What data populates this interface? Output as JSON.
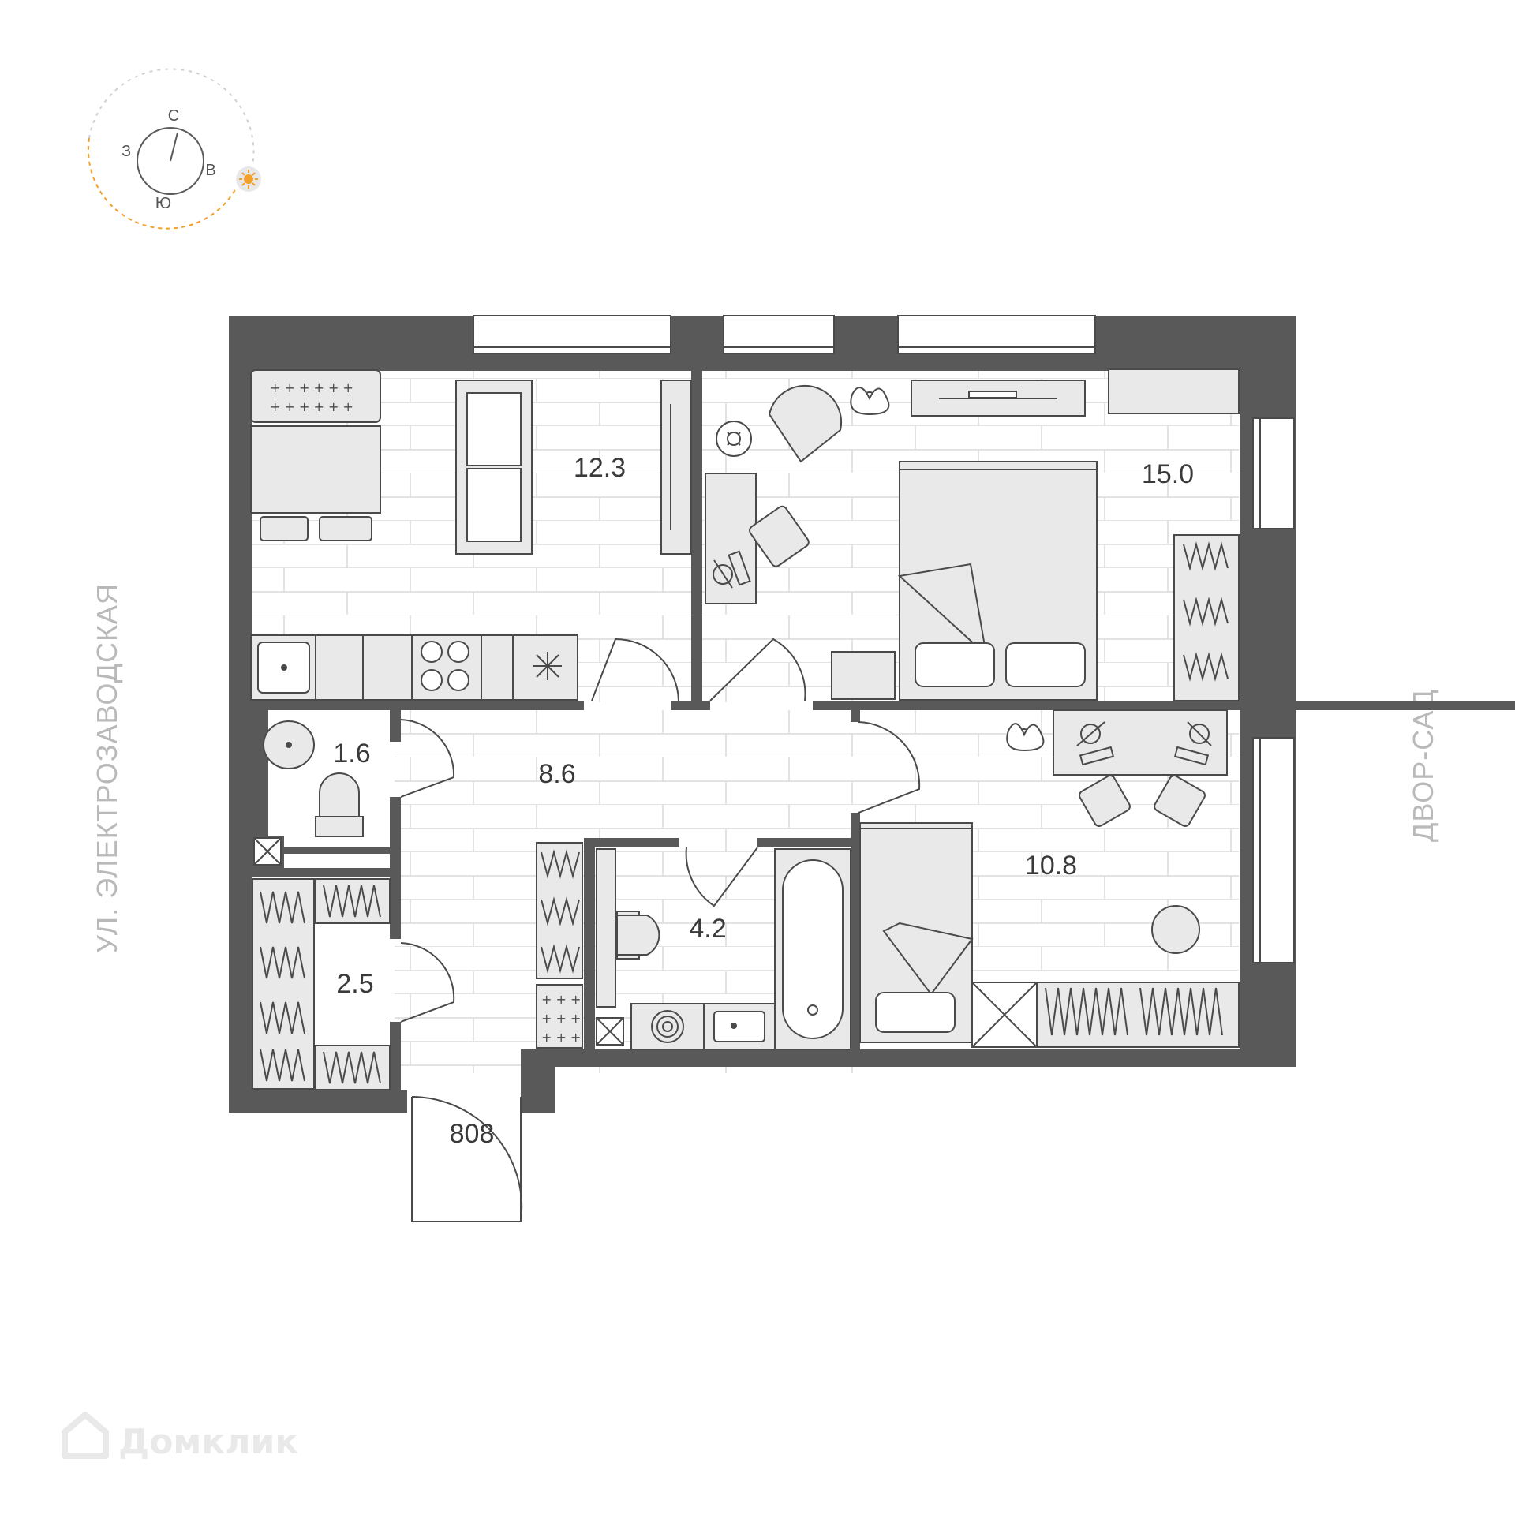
{
  "colors": {
    "wall": "#595959",
    "furniture": "#e9e9e9",
    "compass_orange": "#f3a02a",
    "street_text": "#b9b9b9",
    "watermark": "#e9e9e9"
  },
  "compass": {
    "north": "С",
    "west": "З",
    "east": "В",
    "south": "Ю",
    "sun_icon": "sun-icon"
  },
  "streets": {
    "left": "УЛ. ЭЛЕКТРОЗАВОДСКАЯ",
    "right": "ДВОР-САД"
  },
  "rooms": {
    "kitchen_living": "12.3",
    "bedroom_large": "15.0",
    "wc": "1.6",
    "hall": "8.6",
    "closet": "2.5",
    "bathroom": "4.2",
    "bedroom_small": "10.8"
  },
  "apartment_number": "808",
  "watermark": {
    "brand": "Домклик",
    "logo_icon": "house-icon"
  }
}
